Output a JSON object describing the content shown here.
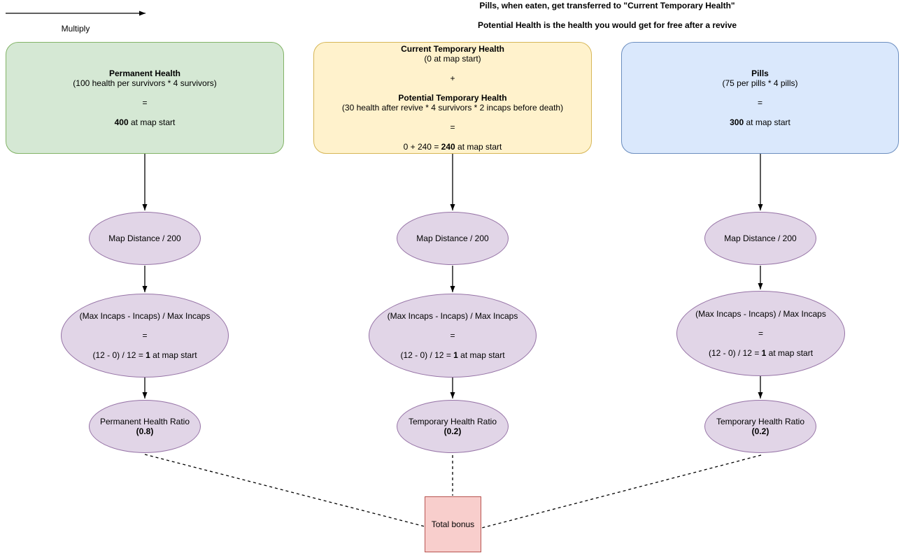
{
  "legend": {
    "multiply_label": "Multiply"
  },
  "notes": {
    "line1": "Pills, when eaten, get transferred to \"Current Temporary Health\"",
    "line2": "Potential Health is the health you would get for free after a revive"
  },
  "permanent_box": {
    "title": "Permanent Health",
    "formula": "(100 health per survivors * 4 survivors)",
    "equals": "=",
    "result_value": "400",
    "result_suffix": " at map start"
  },
  "temporary_box": {
    "title1": "Current Temporary Health",
    "subtitle1": "(0 at map start)",
    "plus": "+",
    "title2": "Potential Temporary Health",
    "formula2": "(30 health after revive * 4 survivors * 2 incaps before death)",
    "equals": "=",
    "result_prefix": "0 + 240 = ",
    "result_value": "240",
    "result_suffix": " at map start"
  },
  "pills_box": {
    "title": "Pills",
    "formula": "(75 per pills * 4 pills)",
    "equals": "=",
    "result_value": "300",
    "result_suffix": " at map start"
  },
  "map_distance": {
    "label": "Map Distance / 200"
  },
  "incaps_ellipse": {
    "line1": "(Max Incaps - Incaps) / Max Incaps",
    "equals": "=",
    "result_prefix": "(12 - 0) / 12 = ",
    "result_value": "1",
    "result_suffix": " at map start"
  },
  "ratio_ellipses": {
    "permanent": {
      "label": "Permanent Health Ratio",
      "value": "(0.8)"
    },
    "temporary_mid": {
      "label": "Temporary Health Ratio",
      "value": "(0.2)"
    },
    "temporary_right": {
      "label": "Temporary Health Ratio",
      "value": "(0.2)"
    }
  },
  "total_box": {
    "label": "Total bonus"
  },
  "palette": {
    "permanent_fill": "#d5e8d4",
    "permanent_stroke": "#82b366",
    "temporary_fill": "#fff2cc",
    "temporary_stroke": "#d6b656",
    "pills_fill": "#dae8fc",
    "pills_stroke": "#6c8ebf",
    "ellipse_fill": "#e1d5e7",
    "ellipse_stroke": "#9673a6",
    "total_fill": "#f8cecc",
    "total_stroke": "#b85450",
    "connector": "#000000"
  }
}
